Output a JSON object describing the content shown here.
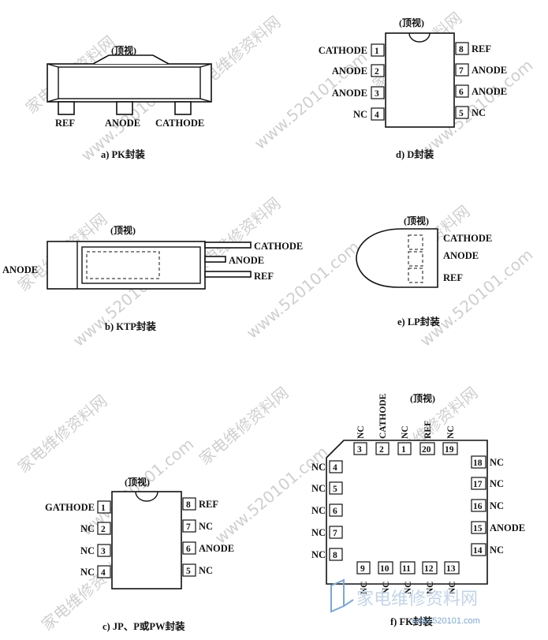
{
  "top_view": "(顶视)",
  "pk": {
    "pins": [
      "REF",
      "ANODE",
      "CATHODE"
    ],
    "caption": "a) PK封装"
  },
  "d": {
    "left": [
      {
        "num": "1",
        "name": "CATHODE"
      },
      {
        "num": "2",
        "name": "ANODE"
      },
      {
        "num": "3",
        "name": "ANODE"
      },
      {
        "num": "4",
        "name": "NC"
      }
    ],
    "right": [
      {
        "num": "8",
        "name": "REF"
      },
      {
        "num": "7",
        "name": "ANODE"
      },
      {
        "num": "6",
        "name": "ANODE"
      },
      {
        "num": "5",
        "name": "NC"
      }
    ],
    "caption": "d) D封装"
  },
  "ktp": {
    "left_label": "ANODE",
    "right_pins": [
      "CATHODE",
      "ANODE",
      "REF"
    ],
    "caption": "b) KTP封装"
  },
  "lp": {
    "pins": [
      "CATHODE",
      "ANODE",
      "REF"
    ],
    "caption": "e) LP封装"
  },
  "jp": {
    "left": [
      {
        "num": "1",
        "name": "GATHODE"
      },
      {
        "num": "2",
        "name": "NC"
      },
      {
        "num": "3",
        "name": "NC"
      },
      {
        "num": "4",
        "name": "NC"
      }
    ],
    "right": [
      {
        "num": "8",
        "name": "REF"
      },
      {
        "num": "7",
        "name": "NC"
      },
      {
        "num": "6",
        "name": "ANODE"
      },
      {
        "num": "5",
        "name": "NC"
      }
    ],
    "caption": "c) JP、P或PW封装"
  },
  "fk": {
    "top": [
      {
        "num": "3",
        "name": "NC"
      },
      {
        "num": "2",
        "name": "CATHODE"
      },
      {
        "num": "1",
        "name": "NC"
      },
      {
        "num": "20",
        "name": "REF"
      },
      {
        "num": "19",
        "name": "NC"
      }
    ],
    "left": [
      {
        "num": "4",
        "name": "NC"
      },
      {
        "num": "5",
        "name": "NC"
      },
      {
        "num": "6",
        "name": "NC"
      },
      {
        "num": "7",
        "name": "NC"
      },
      {
        "num": "8",
        "name": "NC"
      }
    ],
    "right": [
      {
        "num": "18",
        "name": "NC"
      },
      {
        "num": "17",
        "name": "NC"
      },
      {
        "num": "16",
        "name": "NC"
      },
      {
        "num": "15",
        "name": "ANODE"
      },
      {
        "num": "14",
        "name": "NC"
      }
    ],
    "bottom": [
      {
        "num": "9",
        "name": "NC"
      },
      {
        "num": "10",
        "name": "NC"
      },
      {
        "num": "11",
        "name": "NC"
      },
      {
        "num": "12",
        "name": "NC"
      },
      {
        "num": "13",
        "name": "NC"
      }
    ],
    "caption": "f) FK封装"
  },
  "watermark": {
    "site": "家电维修资料网",
    "url": "www.520101.com",
    "logo_text": "家电维修资料网",
    "logo_url": "www.520101.com",
    "blue": "#7aa7d8"
  }
}
